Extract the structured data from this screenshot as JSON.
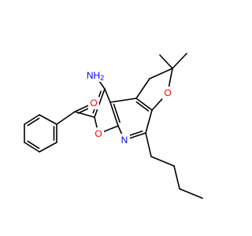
{
  "diagram": {
    "atoms": [
      {
        "id": "O_ketone",
        "label": "O",
        "color": "#ff0000"
      },
      {
        "id": "N_amino",
        "label": "NH2",
        "color": "#0000ff"
      },
      {
        "id": "O_pyran",
        "label": "O",
        "color": "#ff0000"
      },
      {
        "id": "O_furan",
        "label": "O",
        "color": "#ff0000"
      },
      {
        "id": "N_pyridine",
        "label": "N",
        "color": "#0000ff"
      }
    ]
  }
}
